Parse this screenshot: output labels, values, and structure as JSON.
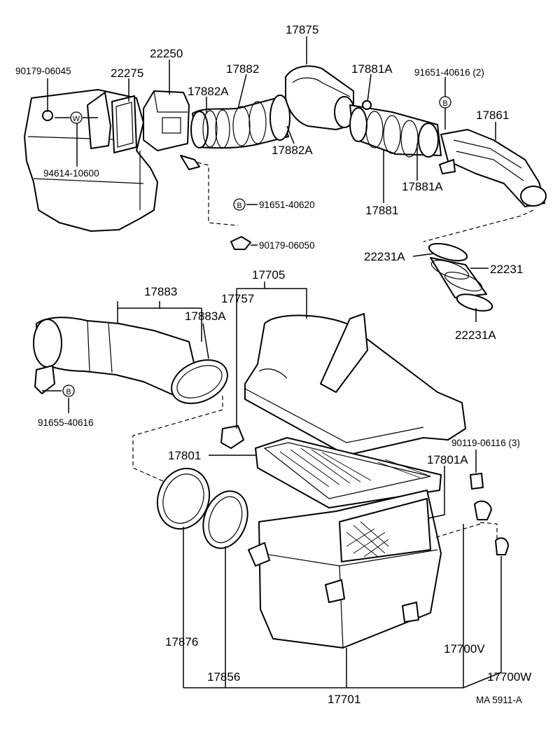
{
  "parts": {
    "p17875": "17875",
    "p22250": "22250",
    "p90179_06045": "90179-06045",
    "p22275": "22275",
    "p17882": "17882",
    "p17881A_top": "17881A",
    "p91651_40616": "91651-40616 (2)",
    "p17882A_top": "17882A",
    "p17861": "17861",
    "p17882A_bottom": "17882A",
    "p17881A_bottom": "17881A",
    "p94614_10600": "94614-10600",
    "p17881": "17881",
    "p91651_40620": "91651-40620",
    "p90179_06050": "90179-06050",
    "p22231A_left": "22231A",
    "p22231": "22231",
    "p17705": "17705",
    "p17883": "17883",
    "p17757": "17757",
    "p17883A": "17883A",
    "p22231A_bottom": "22231A",
    "p91655_40616": "91655-40616",
    "p17801": "17801",
    "p90119_06116": "90119-06116 (3)",
    "p17801A": "17801A",
    "p17876": "17876",
    "p17700V": "17700V",
    "p17856": "17856",
    "p17700W": "17700W",
    "p17701": "17701"
  },
  "markers": {
    "w": "W",
    "b1": "B",
    "b2": "B",
    "b3": "B"
  },
  "footer": {
    "code": "MA  5911-A"
  }
}
